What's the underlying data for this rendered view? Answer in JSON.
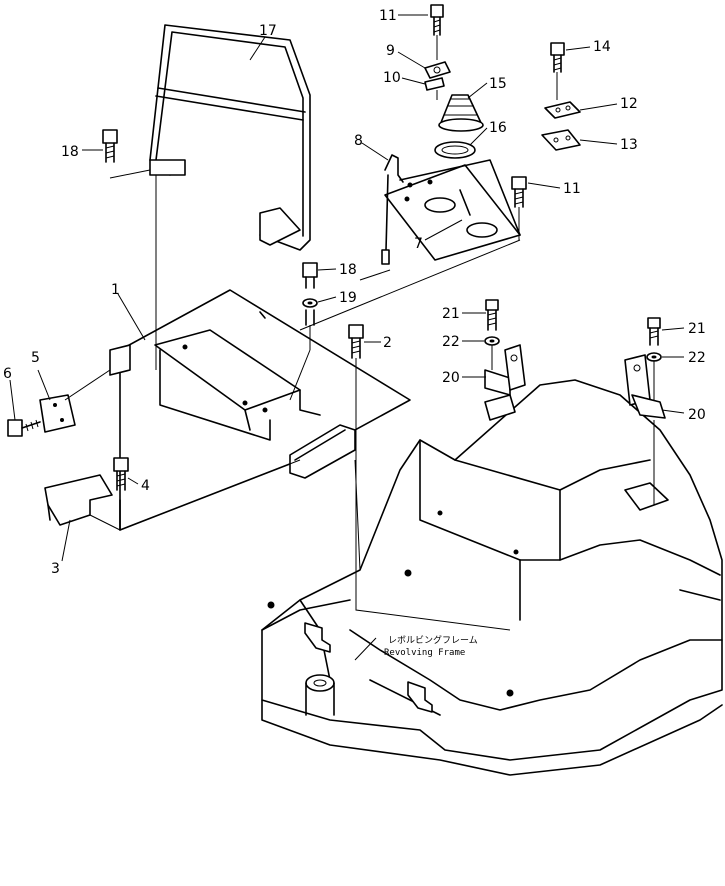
{
  "callouts": {
    "c1": "1",
    "c2": "2",
    "c3": "3",
    "c4": "4",
    "c5": "5",
    "c6": "6",
    "c7": "7",
    "c8": "8",
    "c9": "9",
    "c10": "10",
    "c11a": "11",
    "c11b": "11",
    "c12": "12",
    "c13": "13",
    "c14": "14",
    "c15": "15",
    "c16": "16",
    "c17": "17",
    "c18a": "18",
    "c18b": "18",
    "c19": "19",
    "c20a": "20",
    "c20b": "20",
    "c21a": "21",
    "c21b": "21",
    "c22a": "22",
    "c22b": "22"
  },
  "note": {
    "jp": "レボルビングフレーム",
    "en": "Revolving Frame"
  }
}
